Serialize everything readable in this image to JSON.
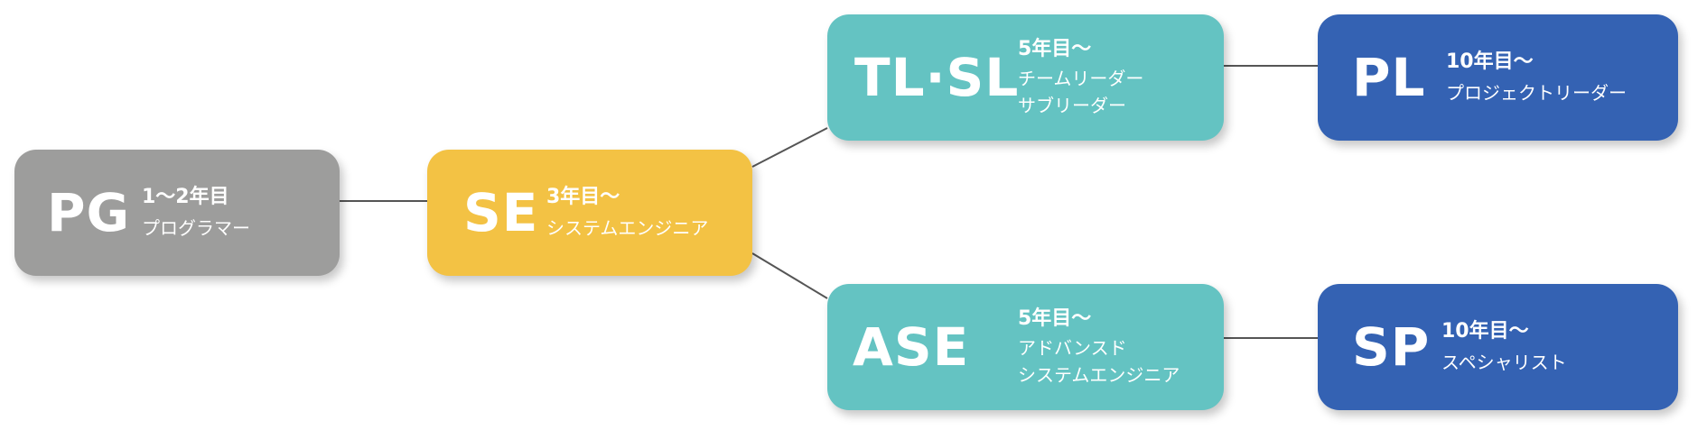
{
  "colors": {
    "pg": "#9d9d9c",
    "se": "#f3c244",
    "teal": "#64c3c2",
    "blue": "#3462b3",
    "connector": "#555555"
  },
  "nodes": {
    "pg": {
      "abbr": "PG",
      "years": "1〜2年目",
      "role": [
        "プログラマー"
      ]
    },
    "se": {
      "abbr": "SE",
      "years": "3年目〜",
      "role": [
        "システムエンジニア"
      ]
    },
    "tlsl": {
      "abbr": "TL·SL",
      "years": "5年目〜",
      "role": [
        "チームリーダー",
        "サブリーダー"
      ]
    },
    "ase": {
      "abbr": "ASE",
      "years": "5年目〜",
      "role": [
        "アドバンスド",
        "システムエンジニア"
      ]
    },
    "pl": {
      "abbr": "PL",
      "years": "10年目〜",
      "role": [
        "プロジェクトリーダー"
      ]
    },
    "sp": {
      "abbr": "SP",
      "years": "10年目〜",
      "role": [
        "スペシャリスト"
      ]
    }
  },
  "edges": [
    {
      "from": "pg",
      "to": "se"
    },
    {
      "from": "se",
      "to": "tlsl"
    },
    {
      "from": "se",
      "to": "ase"
    },
    {
      "from": "tlsl",
      "to": "pl"
    },
    {
      "from": "ase",
      "to": "sp"
    }
  ]
}
